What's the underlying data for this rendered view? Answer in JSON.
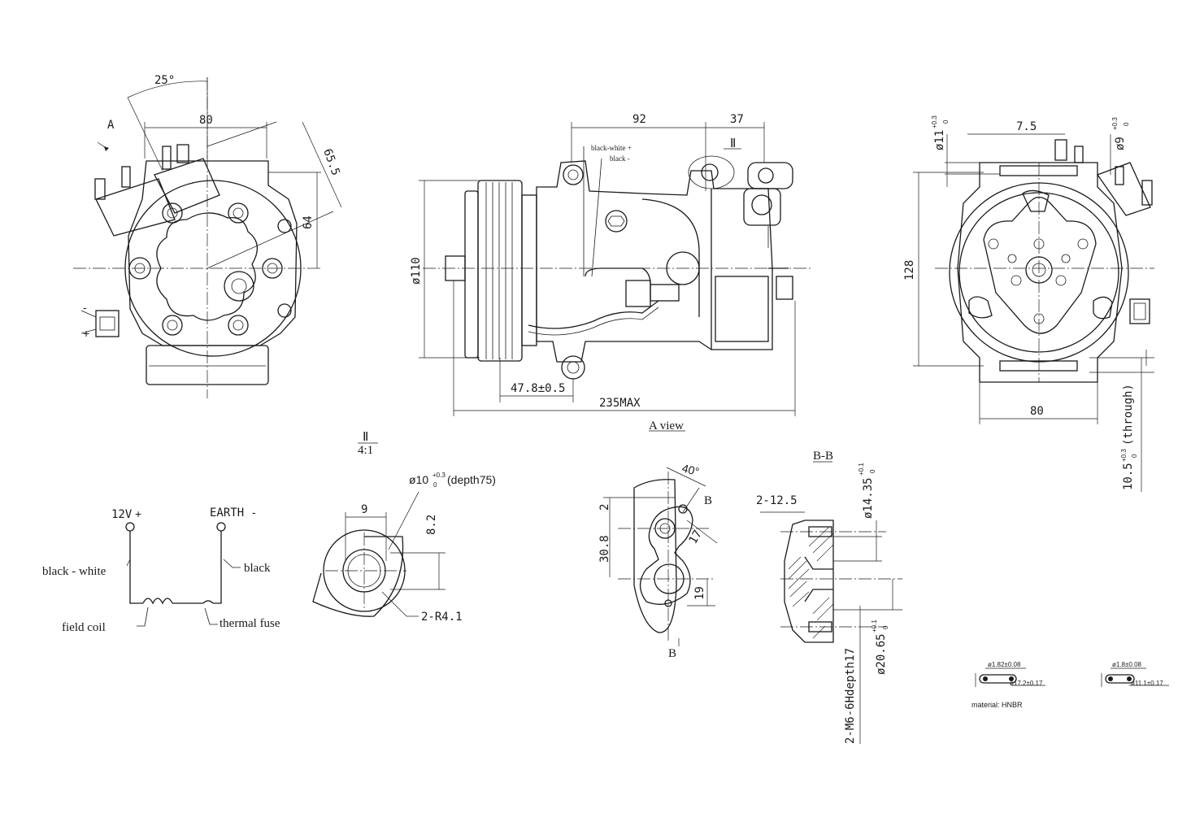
{
  "front_view": {
    "angle": "25°",
    "width": "80",
    "diag": "65.5",
    "height": "64",
    "arrow_label": "A",
    "minus": "-",
    "plus": "+"
  },
  "side_view": {
    "len_92": "92",
    "len_37": "37",
    "diam_110": "ø110",
    "len_47": "47.8±0.5",
    "max_len": "235MAX",
    "detail_mark": "Ⅱ",
    "wire_bw": "black-white +",
    "wire_b": "black -",
    "view_title": "A view"
  },
  "a_view": {
    "hole_11": "ø11",
    "hole_11_tol": "+0.3",
    "hole_11_tol0": "0",
    "offset": "7.5",
    "hole_9": "ø9",
    "hole_9_tol": "+0.3",
    "hole_9_tol0": "0",
    "height": "128",
    "width": "80",
    "mount": "10.5",
    "mount_tol": "+0.3",
    "mount_tol0": "0",
    "mount_note": "(through)"
  },
  "wiring": {
    "v12": "12V",
    "v12_sign": "+",
    "earth": "EARTH",
    "earth_sign": "-",
    "bw": "black - white",
    "black": "black",
    "field_coil": "field coil",
    "thermal_fuse": "thermal fuse"
  },
  "detail": {
    "mark": "Ⅱ",
    "scale": "4:1",
    "hole": "ø10",
    "hole_tol": "+0.3",
    "hole_tol0": "0",
    "hole_depth": "(depth75)",
    "d9": "9",
    "d82": "8.2",
    "radius": "2-R4.1"
  },
  "flange": {
    "angle": "40°",
    "b_top": "B",
    "b_bottom": "B",
    "d2": "2",
    "d308": "30.8",
    "d17": "17",
    "d19": "19"
  },
  "section": {
    "title": "B-B",
    "d125": "2-12.5",
    "d1435": "ø14.35",
    "d1435_tol": "+0.1",
    "d1435_tol0": "0",
    "d2065": "ø20.65",
    "d2065_tol": "+0.1",
    "d2065_tol0": "0",
    "thread": "2-M6-6Hdepth17"
  },
  "orings": {
    "r1_wire": "ø1.82±0.08",
    "r1_id": "ø17.2±0.17",
    "r2_wire": "ø1.8±0.08",
    "r2_id": "ø11.1±0.17",
    "material": "material: HNBR"
  }
}
